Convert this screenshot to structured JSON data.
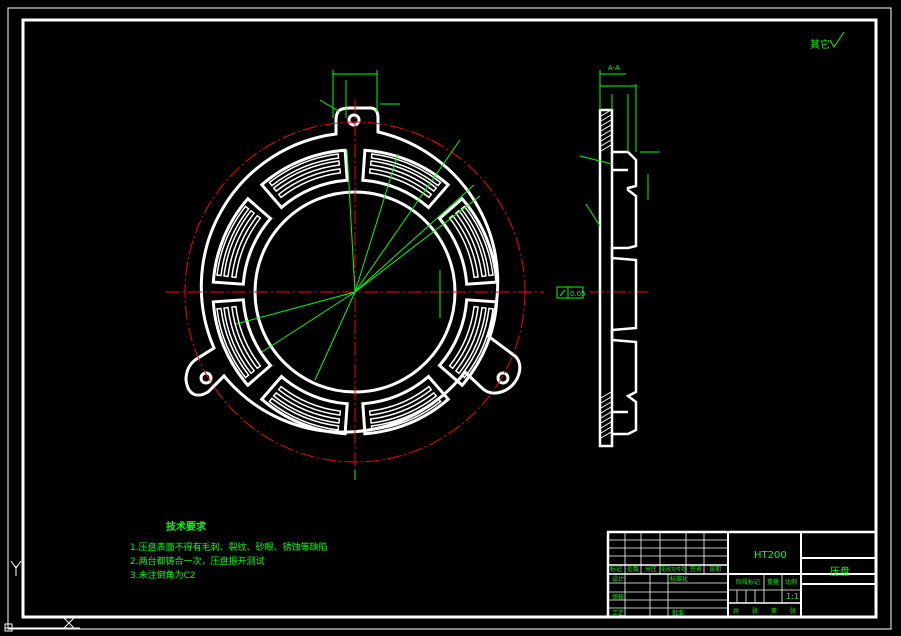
{
  "colors": {
    "background": "#000000",
    "frame": "#ffffff",
    "dimension": "#00ff00",
    "center_line": "#ff0000",
    "part": "#ffffff"
  },
  "roughness_note": "其它",
  "section_label": "A-A",
  "geometric_tolerance": "0.05",
  "technical_requirements": {
    "title": "技术要求",
    "items": [
      "1.压盘表面不得有毛刺、裂纹、砂眼、锈蚀等缺陷",
      "2.两台都铸合一次，压盘振开测试",
      "3.未注倒角为C2"
    ]
  },
  "title_block": {
    "material": "HT200",
    "part_name": "压盘",
    "scale": "1:1",
    "header_cells": [
      "标记",
      "处数",
      "分区",
      "更改文件号",
      "签名",
      "日期"
    ],
    "role_labels": [
      "设计",
      "审核",
      "工艺"
    ],
    "std_label": "标准化",
    "approve_label": "批准",
    "stage_label": "阶段标记",
    "weight_label": "重量",
    "scale_label": "比例",
    "sheet_cells": [
      "共",
      "张",
      "第",
      "张"
    ]
  }
}
